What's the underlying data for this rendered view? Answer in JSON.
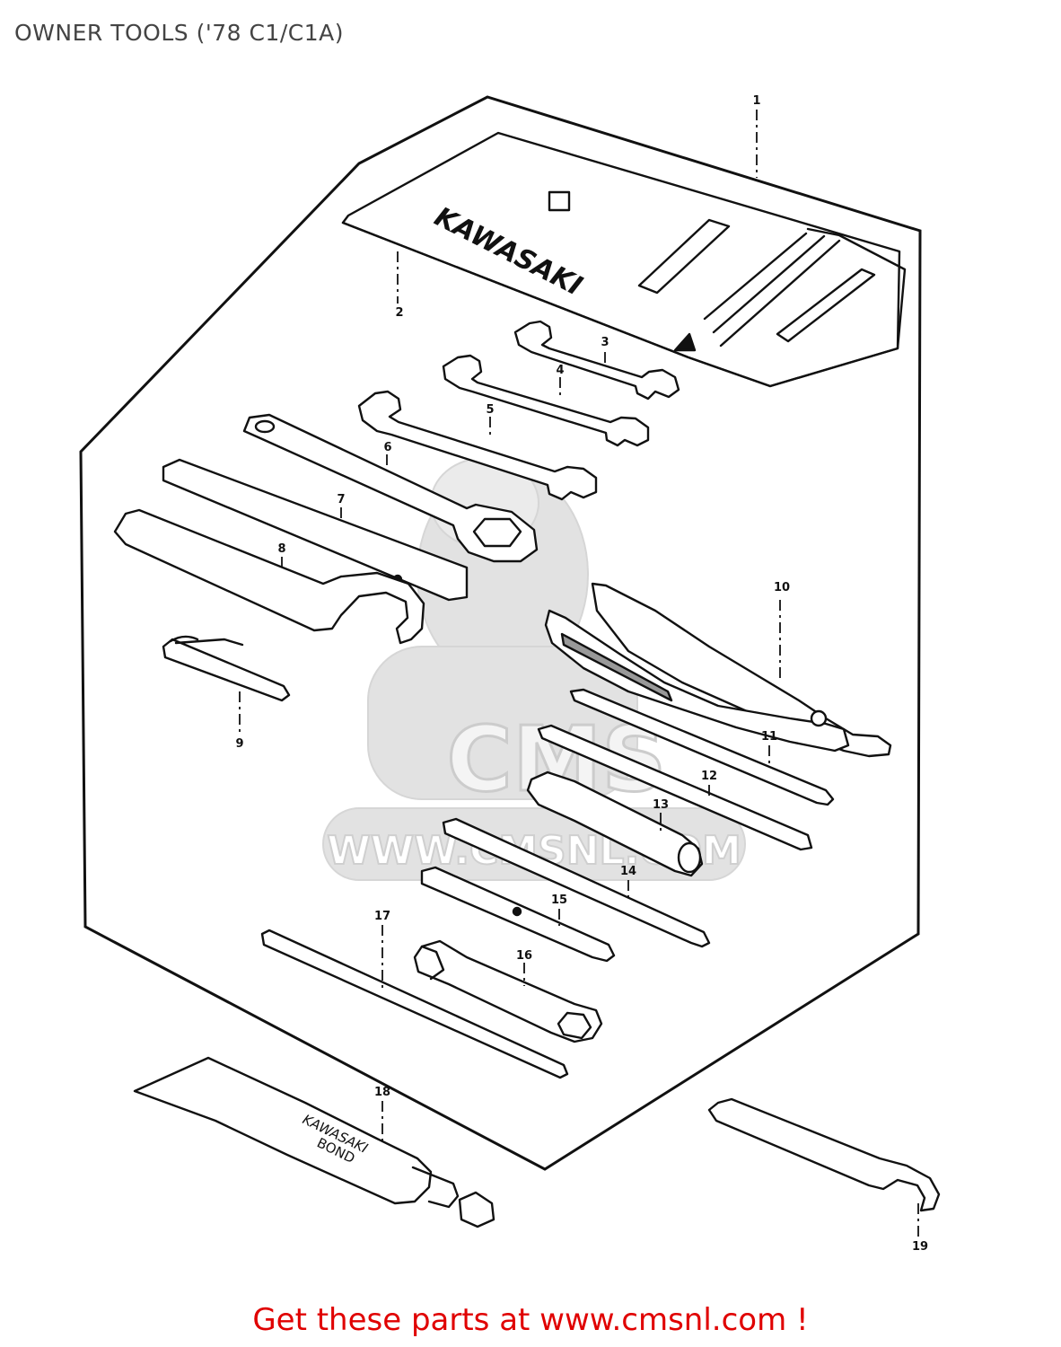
{
  "title": "OWNER TOOLS ('78 C1/C1A)",
  "footer": {
    "cta": "Get these parts at www.cmsnl.com !"
  },
  "watermark": {
    "text": "WWW.CMSNL.COM",
    "logo_text": "CMS"
  },
  "colors": {
    "cta": "#e00000",
    "line": "#111111",
    "watermark": "#dcdcdc",
    "title": "#444444"
  },
  "brand_labels": {
    "bag": "KAWASAKI",
    "bond_line1": "KAWASAKI",
    "bond_line2": "BOND"
  },
  "callouts": [
    "1",
    "2",
    "3",
    "4",
    "5",
    "6",
    "7",
    "8",
    "9",
    "10",
    "11",
    "12",
    "13",
    "14",
    "15",
    "16",
    "17",
    "18",
    "19"
  ]
}
